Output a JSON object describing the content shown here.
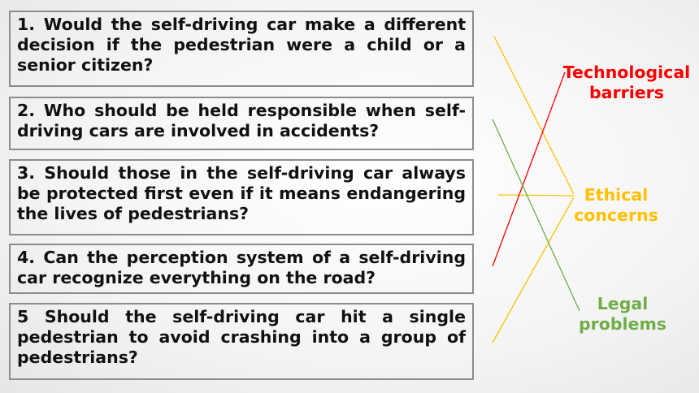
{
  "questions": [
    {
      "text": "1. Would the self-driving car make a different decision if the pedestrian were a child or a senior citizen?"
    },
    {
      "text": "2. Who should be held responsible when self-driving cars are involved in accidents?"
    },
    {
      "text": "3. Should those in the self-driving car always  be protected first even if it means endangering the lives of pedestrians?"
    },
    {
      "text": "4. Can the perception system of a self-driving car recognize everything on the road?"
    },
    {
      "text": "5 Should the self-driving car hit a single pedestrian to avoid crashing into a group of pedestrians?"
    }
  ],
  "categories": {
    "technological": {
      "label": "Technological barriers",
      "color": "#ff0000"
    },
    "ethical": {
      "label": "Ethical concerns",
      "color": "#ffc000"
    },
    "legal": {
      "label": "Legal problems",
      "color": "#70ad47"
    }
  }
}
